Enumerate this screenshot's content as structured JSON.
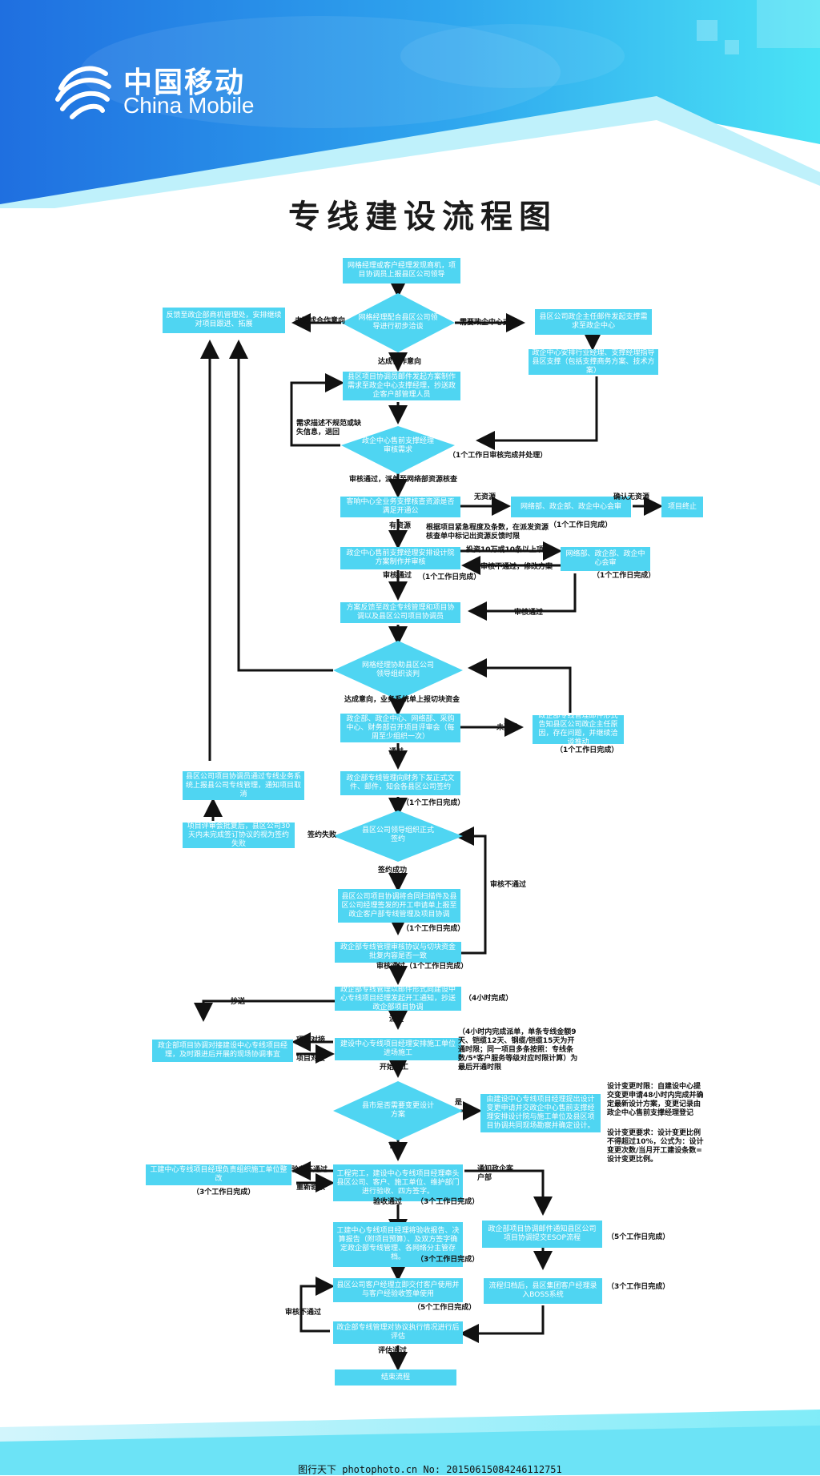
{
  "brand": {
    "name_cn": "中国移动",
    "name_en": "China Mobile"
  },
  "title": "专线建设流程图",
  "colors": {
    "node": "#4fd5f2",
    "arrow": "#111111",
    "banner_dark": "#1f6fe0",
    "banner_light": "#4ae3f5"
  },
  "nodes": {
    "n1": "网格经理或客户经理发现商机，项目协调员上报县区公司领导",
    "d1": "网格经理配合县区公司领导进行初步洽谈",
    "n_left1": "反馈至政企部商机管理处，安排继续对项目跟进、拓展",
    "n_r1": "县区公司政企主任邮件发起支撑需求至政企中心",
    "n_r2": "政企中心安排行业经理、支撑经理指导县区支撑（包括支撑商务方案、技术方案）",
    "n2": "县区项目协调员邮件发起方案制作需求至政企中心支撑经理，抄送政企客户部管理人员",
    "d2": "政企中心售前支撑经理审核需求",
    "n3": "客响中心全业务支撑核查资源是否满足开通公",
    "n_no1": "网络部、政企部、政企中心会审",
    "n_end1": "项目终止",
    "n4": "政企中心售前支撑经理安排设计院方案制作并审核",
    "n_r3": "网络部、政企部、政企中心会审",
    "n5": "方案反馈至政企专线管理和项目协调以及县区公司项目协调员",
    "d3": "网格经理协助县区公司领导组织谈判",
    "n6": "政企部、政企中心、网络部、采购中心、财务部召开项目评审会（每周至少组织一次）",
    "n_r4": "政企部专线管理邮件形式告知县区公司政企主任原因，存在问题，并继续洽谈推动",
    "n7": "政企部专线管理向财务下发正式文件、邮件，知会各县区公司签约",
    "n_left2": "县区公司项目协调员通过专线业务系统上报县公司专线管理，通知项目取消",
    "n_left3": "项目评审会批复后，县区公司30天内未完成签订协议的视为签约失败",
    "d4": "县区公司领导组织正式签约",
    "n8": "县区公司项目协调将合同扫描件及县区公司经理签发的开工申请单上报至政企客户部专线管理及项目协调",
    "n9": "政企部专线管理审核协议与切块资金批复内容是否一致",
    "n10": "政企部专线管理以邮件形式向建设中心专线项目经理发起开工通知，抄送政企部项目协调",
    "n11": "建设中心专线项目经理安排施工单位进场施工",
    "n_left4": "政企部项目协调对接建设中心专线项目经理，及时跟进后开展的现场协调事宜",
    "d5": "县市是否需要变更设计方案",
    "n_r5": "由建设中心专线项目经理提出设计变更申请并交政企中心售前支撑经理安排设计院与施工单位及县区项目协调共同现场勘察并确定设计。",
    "n12": "工程完工，建设中心专线项目经理牵头县区公司、客户、施工单位、维护部门进行验收、四方签字。",
    "n_left5": "工建中心专线项目经理负责组织施工单位整改",
    "n13": "工建中心专线项目经理将验收报告、决算报告（附项目预算）、及双方签字确定政企部专线管理、各网络分主管存档。",
    "n_r6": "政企部项目协调邮件通知县区公司项目协调提交ESOP流程",
    "n14": "县区公司客户经理立即交付客户使用并与客户经验收签单使用",
    "n_r7": "流程归档后，县区集团客户经理录入BOSS系统",
    "n15": "政企部专线管理对协议执行情况进行后评估",
    "n16": "结束流程"
  },
  "labels": {
    "no_intent": "未达成合作意向",
    "need_support": "需要政企中心支撑",
    "intent": "达成合作意向",
    "req_bad": "需求描述不规范或缺失信息，退回",
    "one_day_review": "（1个工作日审核完成并处理）",
    "review_pass_net": "审核通过，派单至网络部资源核查",
    "no_resource": "无资源",
    "confirm_no_res": "确认无资源",
    "one_day_a": "（1个工作日完成）",
    "has_resource": "有资源",
    "res_note": "根据项目紧急程度及条数，在派发资源核查单中标记出资源反馈时限",
    "invest_over": "投资10万或10条以上项目",
    "review_fail_mod": "审核不通过，修改方案",
    "review_pass_a": "审核通过",
    "one_day_b": "（1个工作日完成）",
    "one_day_c": "（1个工作日完成）",
    "review_pass_b": "审核通过",
    "intent_report": "达成意向，业务系统单上报切块资金",
    "not_pass": "未通过",
    "one_day_d": "（1个工作日完成）",
    "pass": "通过",
    "one_day_e": "（1个工作日完成）",
    "sign_fail": "签约失败",
    "sign_success": "签约成功",
    "review_not_pass_a": "审核不通过",
    "one_day_f": "（1个工作日完成）",
    "review_pass_c": "审核通过（1个工作日完成）",
    "copy": "抄送",
    "four_hours": "（4小时完成）",
    "dispatch": "派发",
    "project_dock_a": "项目对接",
    "project_dock_b": "项目对接",
    "start_build": "开始施工",
    "build_note": "（4小时内完成派单，单条专线金额9天、铠缆12天、钢缆/铠缆15天为开通时限；同一项目多条按照：专线条数/5*客户服务等级对应时限计算）为最后开通时限",
    "yes": "是",
    "no": "否",
    "change_time": "设计变更时限：自建设中心提交变更申请48小时内完成并确定最新设计方案，变更记录由政企中心售前支撑经理登记",
    "change_req": "设计变更要求：设计变更比例不得超过10%，公式为：设计变更次数/当月开工建设条数=设计变更比例。",
    "accept_fail": "验收不通过",
    "recheck": "重新验收",
    "three_day_a": "（3个工作日完成）",
    "notify_ent": "通知政企客户部",
    "accept_pass": "验收通过",
    "three_day_b": "（3个工作日完成）",
    "five_day_a": "（5个工作日完成）",
    "three_day_c": "（3个工作日完成）",
    "five_day_b": "（5个工作日完成）",
    "three_day_d": "（3个工作日完成）",
    "review_not_pass_b": "审核不通过",
    "eval_pass": "评估通过"
  },
  "credit": "图行天下 photophoto.cn No: 20150615084246112751"
}
